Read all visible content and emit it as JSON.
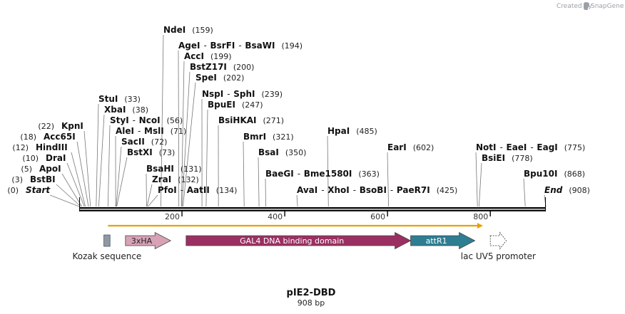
{
  "credit": {
    "prefix": "Created by",
    "brand": "SnapGene"
  },
  "map": {
    "name": "pIE2-DBD",
    "length_text": "908 bp",
    "length": 908,
    "backbone_colors": {
      "strand": "#000000",
      "orf": "#e8a100"
    },
    "tick_labels": [
      "200",
      "400",
      "600",
      "800"
    ],
    "orf": {
      "start": 56,
      "end": 783
    }
  },
  "sites": [
    {
      "name": "NdeI",
      "pos": "(159)",
      "bp": 159
    },
    {
      "name": "AgeI",
      "pos": "(194)",
      "bp": 194,
      "extra": [
        "BsrFI",
        "BsaWI"
      ]
    },
    {
      "name": "AccI",
      "pos": "(199)",
      "bp": 199
    },
    {
      "name": "BstZ17I",
      "pos": "(200)",
      "bp": 200
    },
    {
      "name": "SpeI",
      "pos": "(202)",
      "bp": 202
    },
    {
      "name": "StuI",
      "pos": "(33)",
      "bp": 33
    },
    {
      "name": "NspI",
      "pos": "(239)",
      "bp": 239,
      "extra": [
        "SphI"
      ]
    },
    {
      "name": "XbaI",
      "pos": "(38)",
      "bp": 38
    },
    {
      "name": "BpuEI",
      "pos": "(247)",
      "bp": 247
    },
    {
      "name": "StyI",
      "pos": "(56)",
      "bp": 56,
      "extra": [
        "NcoI"
      ]
    },
    {
      "name": "BsiHKAI",
      "pos": "(271)",
      "bp": 271
    },
    {
      "name": "KpnI",
      "pos": "(22)",
      "bp": 22,
      "pos_left": true
    },
    {
      "name": "HpaI",
      "pos": "(485)",
      "bp": 485
    },
    {
      "name": "AleI",
      "pos": "(71)",
      "bp": 71,
      "extra": [
        "MslI"
      ]
    },
    {
      "name": "Acc65I",
      "pos": "(18)",
      "bp": 18,
      "pos_left": true
    },
    {
      "name": "BmrI",
      "pos": "(321)",
      "bp": 321
    },
    {
      "name": "SacII",
      "pos": "(72)",
      "bp": 72
    },
    {
      "name": "HindIII",
      "pos": "(12)",
      "bp": 12,
      "pos_left": true
    },
    {
      "name": "EarI",
      "pos": "(602)",
      "bp": 602
    },
    {
      "name": "NotI",
      "pos": "(775)",
      "bp": 775,
      "extra": [
        "EaeI",
        "EagI"
      ]
    },
    {
      "name": "BstXI",
      "pos": "(73)",
      "bp": 73
    },
    {
      "name": "BsaI",
      "pos": "(350)",
      "bp": 350
    },
    {
      "name": "DraI",
      "pos": "(10)",
      "bp": 10,
      "pos_left": true
    },
    {
      "name": "BsiEI",
      "pos": "(778)",
      "bp": 778
    },
    {
      "name": "BsaHI",
      "pos": "(131)",
      "bp": 131
    },
    {
      "name": "ApoI",
      "pos": "(5)",
      "bp": 5,
      "pos_left": true
    },
    {
      "name": "BaeGI",
      "pos": "(363)",
      "bp": 363,
      "extra": [
        "Bme1580I"
      ]
    },
    {
      "name": "Bpu10I",
      "pos": "(868)",
      "bp": 868
    },
    {
      "name": "ZraI",
      "pos": "(132)",
      "bp": 132
    },
    {
      "name": "BstBI",
      "pos": "(3)",
      "bp": 3,
      "pos_left": true
    },
    {
      "name": "PfoI",
      "pos": "(134)",
      "bp": 134,
      "extra": [
        "AatII"
      ]
    },
    {
      "name": "AvaI",
      "pos": "(425)",
      "bp": 425,
      "extra": [
        "XhoI",
        "BsoBI",
        "PaeR7I"
      ]
    },
    {
      "name": "Start",
      "pos": "(0)",
      "bp": 0,
      "pos_left": true,
      "italic": true
    },
    {
      "name": "End",
      "pos": "(908)",
      "bp": 908,
      "italic": true
    }
  ],
  "features": [
    {
      "name": "Kozak sequence",
      "start": 48,
      "end": 60,
      "color": "#8f99a3",
      "shape": "box",
      "label_outside": true
    },
    {
      "name": "3xHA",
      "start": 90,
      "end": 178,
      "color": "#d8a2b6",
      "shape": "arrow",
      "dark_label": true
    },
    {
      "name": "GAL4 DNA binding domain",
      "start": 208,
      "end": 645,
      "color": "#9b2f61",
      "shape": "arrow"
    },
    {
      "name": "attR1",
      "start": 645,
      "end": 770,
      "color": "#2d7e93",
      "shape": "arrow"
    },
    {
      "name": "lac UV5 promoter",
      "start": 800,
      "end": 831,
      "color": "#ffffff",
      "shape": "arrow-outline",
      "label_outside": true
    }
  ]
}
